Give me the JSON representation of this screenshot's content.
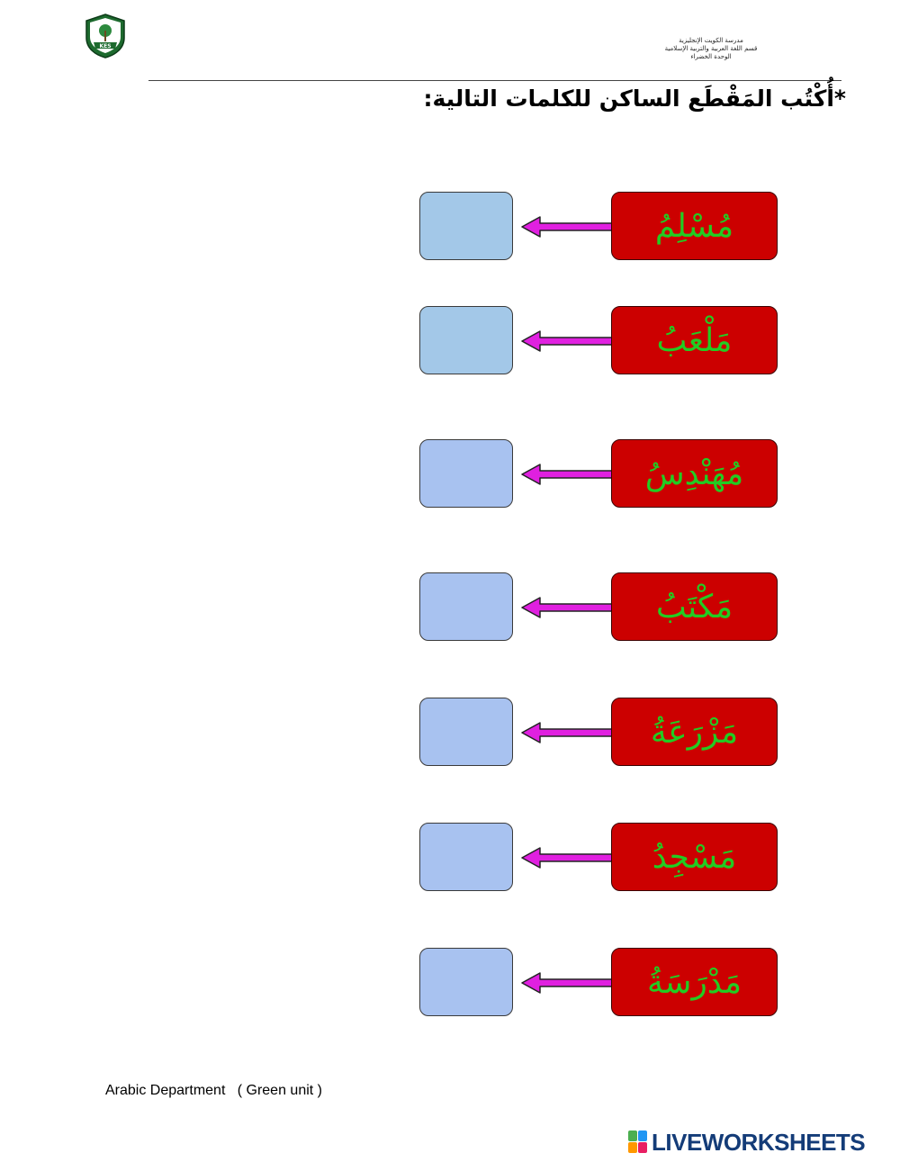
{
  "header": {
    "school_name": "مدرسة الكويت الإنجليزية",
    "department": "قسم اللغة العربية والتربية الإسلامية",
    "unit": "الوحدة الخضراء",
    "logo_text": "KES"
  },
  "instruction": "*أُكْتُب المَقْطَع الساكن للكلمات التالية:",
  "colors": {
    "word_box_bg": "#cc0000",
    "word_text": "#22cc22",
    "answer_box_blue_1": "#a3c8e8",
    "answer_box_blue_2": "#a8c2f0",
    "arrow": "#e020e0"
  },
  "words": [
    "مُسْلِمُ",
    "مَلْعَبُ",
    "مُهَنْدِسُ",
    "مَكْتَبُ",
    "مَزْرَعَةُ",
    "مَسْجِدُ",
    "مَدْرَسَةُ"
  ],
  "answers": [
    "",
    "",
    "",
    "",
    "",
    "",
    ""
  ],
  "footer": {
    "department_label": "Arabic Department   ( Green unit )",
    "brand": "LIVEWORKSHEETS"
  }
}
